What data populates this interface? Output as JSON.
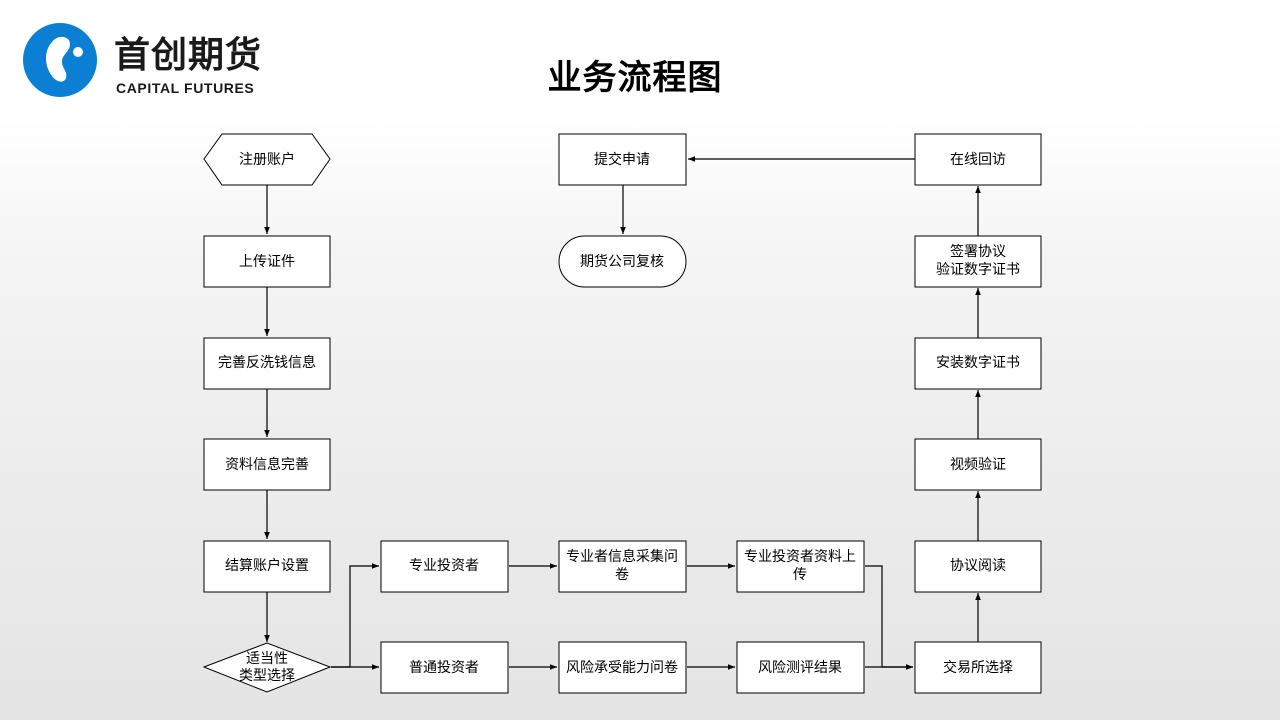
{
  "logo": {
    "name_cn": "首创期货",
    "name_en": "CAPITAL FUTURES",
    "brand_color": "#0a7fd4"
  },
  "title": "业务流程图",
  "nodes": {
    "register": "注册账户",
    "upload_id": "上传证件",
    "aml_info": "完善反洗钱信息",
    "info_complete": "资料信息完善",
    "settlement": "结算账户设置",
    "suitability_line1": "适当性",
    "suitability_line2": "类型选择",
    "pro_investor": "专业投资者",
    "pro_survey_line1": "专业者信息采集问",
    "pro_survey_line2": "卷",
    "pro_upload_line1": "专业投资者资料上",
    "pro_upload_line2": "传",
    "retail_investor": "普通投资者",
    "risk_survey": "风险承受能力问卷",
    "risk_result": "风险测评结果",
    "exchange_select": "交易所选择",
    "agreement_read": "协议阅读",
    "video_verify": "视频验证",
    "install_cert": "安装数字证书",
    "sign_line1": "签署协议",
    "sign_line2": "验证数字证书",
    "online_visit": "在线回访",
    "submit": "提交申请",
    "review": "期货公司复核"
  }
}
